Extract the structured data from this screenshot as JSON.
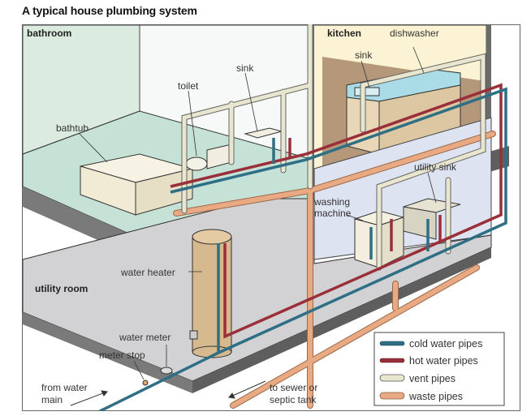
{
  "title": "A typical house plumbing system",
  "rooms": {
    "bathroom": "bathroom",
    "kitchen": "kitchen",
    "utility_room": "utility room"
  },
  "labels": {
    "bathtub": "bathtub",
    "toilet": "toilet",
    "bath_sink": "sink",
    "kitchen_sink": "sink",
    "dishwasher": "dishwasher",
    "utility_sink": "utility sink",
    "washing_machine_1": "washing",
    "washing_machine_2": "machine",
    "water_heater": "water heater",
    "water_meter": "water meter",
    "meter_stop": "meter stop",
    "from_main_1": "from water",
    "from_main_2": "main",
    "to_sewer_1": "to sewer or",
    "to_sewer_2": "septic tank"
  },
  "legend": [
    {
      "label": "cold water pipes",
      "color": "#2f6f86",
      "kind": "cold"
    },
    {
      "label": "hot water pipes",
      "color": "#9a2f3a",
      "kind": "hot"
    },
    {
      "label": "vent pipes",
      "color": "#e8e6cf",
      "kind": "vent"
    },
    {
      "label": "waste pipes",
      "color": "#e9a982",
      "kind": "waste"
    }
  ],
  "colors": {
    "bathroom_wall": "#dcebdf",
    "bathroom_floor": "#c6e2d7",
    "kitchen_wall": "#fbf3d3",
    "kitchen_back": "#a8876a",
    "utility_wall": "#dde3f1",
    "utility_floor": "#d2d2d4",
    "slab_edge": "#6b6b6b",
    "heater": "#d6b98f"
  }
}
